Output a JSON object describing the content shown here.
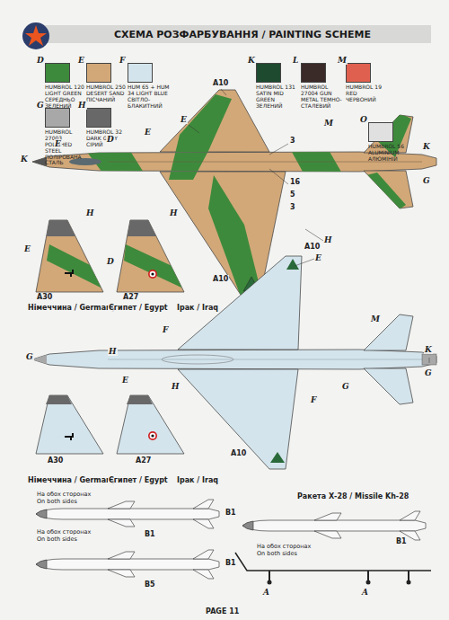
{
  "diagram": {
    "title": "СХЕМА РОЗФАРБУВАННЯ / PAINTING SCHEME",
    "labels": [
      "D",
      "E",
      "F",
      "K",
      "L",
      "M",
      "G",
      "H",
      "O",
      "A10",
      "E",
      "E",
      "D",
      "E",
      "K",
      "3",
      "16",
      "5",
      "3",
      "M",
      "K",
      "G",
      "H",
      "E",
      "H",
      "H",
      "E",
      "D",
      "A30",
      "A27",
      "A10",
      "Німеччина / Germany",
      "Єгипет / Egypt",
      "Ірак / Iraq",
      "A10",
      "M",
      "K",
      "G",
      "F",
      "H",
      "E",
      "G",
      "F",
      "H",
      "G",
      "A30",
      "A27",
      "A10",
      "Німеччина / Germany",
      "Єгипет / Egypt",
      "Ірак / Iraq",
      "На обох сторонах On both sides",
      "B1",
      "B1",
      "На обох сторонах On both sides",
      "B1",
      "B5",
      "Ракета Х-28 / Missile Kh-28",
      "На обох сторонах On both sides",
      "B1",
      "A",
      "A",
      "PAGE 11"
    ],
    "legend": [
      {
        "text": "HUMBROL 120 LIGHT GREEN СЕРЕДНЬО ЗЕЛЕНИЙ",
        "color": "#3e8a3c"
      },
      {
        "text": "HUMBROL 250 DESERT SAND ПІСЧАНИЙ",
        "color": "#d2a878"
      },
      {
        "text": "HUM 65 + HUM 34 LIGHT BLUE СВІТЛО-БЛАКИТНИЙ",
        "color": "#d4e4ec"
      },
      {
        "text": "HUMBROL 131 SATIN MID GREEN ЗЕЛЕНИЙ",
        "color": "#1e4a30"
      },
      {
        "text": "HUMBROL 27004 GUN METAL ТЕМНО-СТАЛЕВИЙ",
        "color": "#3a2a28"
      },
      {
        "text": "HUMBROL 19 RED ЧЕРВОНИЙ",
        "color": "#e06050"
      },
      {
        "text": "HUMBROL 27003 POLISHED STEEL ПОЛІРОВАНА СТАЛЬ",
        "color": "#a8a8a8"
      },
      {
        "text": "HUMBROL 32 DARK GREY СІРИЙ",
        "color": "#686868"
      },
      {
        "text": "HUMBROL 56 ALUMINIUM АЛЮМІНІЙ",
        "color": "#e0e0e0"
      }
    ]
  }
}
